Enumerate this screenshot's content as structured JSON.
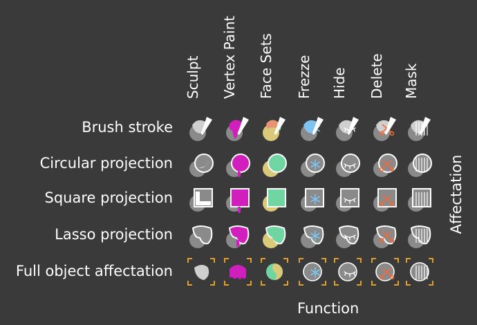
{
  "columns": [
    "Sculpt",
    "Vertex Paint",
    "Face Sets",
    "Frezze",
    "Hide",
    "Delete",
    "Mask"
  ],
  "rows": [
    "Brush stroke",
    "Circular projection",
    "Square projection",
    "Lasso projection",
    "Full object affectation"
  ],
  "axis_right": "Affectation",
  "axis_bottom": "Function",
  "colors": {
    "background": "#3a3a3a",
    "base_gray": "#8a8a8a",
    "highlight": "#ffffff",
    "magenta": "#d11fbd",
    "salmon": "#e89374",
    "mint": "#6fd6a1",
    "sand": "#d9c979",
    "ice": "#7ec4ee",
    "scissor": "#f06a3a",
    "corner_orange": "#e0a12b"
  }
}
